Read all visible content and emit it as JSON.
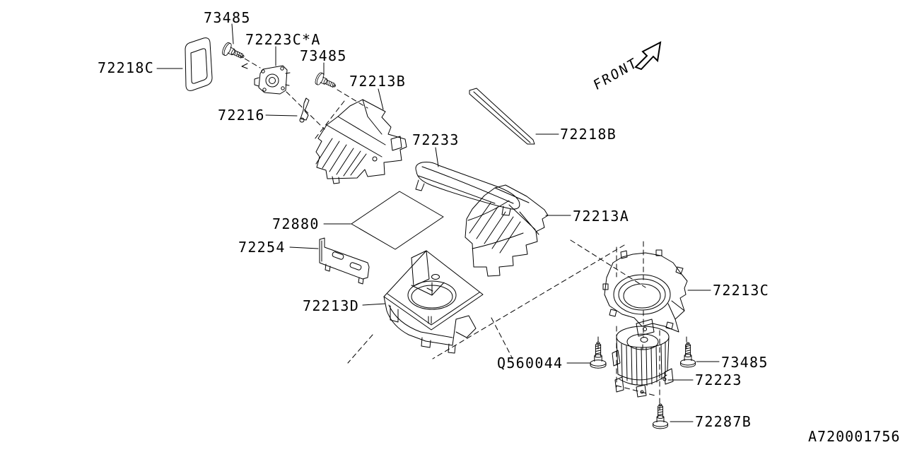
{
  "front_indicator": {
    "label": "FRONT"
  },
  "drawing_code": "A720001756",
  "callouts": {
    "screw_73485_top": "73485",
    "actuator_72223ca": "72223C*A",
    "screw_73485_mid": "73485",
    "seal_72218c": "72218C",
    "case_72213b": "72213B",
    "lever_72216": "72216",
    "duct_72233": "72233",
    "seal_72218b": "72218B",
    "filter_72880": "72880",
    "cover_72254": "72254",
    "case_72213a": "72213A",
    "case_72213d": "72213D",
    "case_72213c": "72213C",
    "screw_q560044": "Q560044",
    "screw_73485_bottom": "73485",
    "motor_72223": "72223",
    "screw_72287b": "72287B"
  }
}
